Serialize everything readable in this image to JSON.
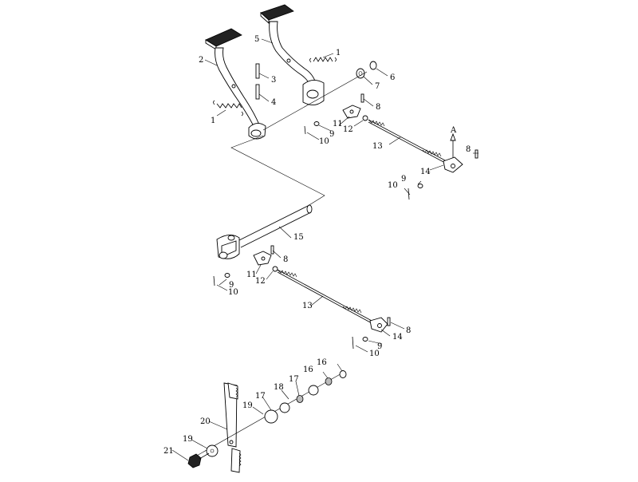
{
  "diagram": {
    "marker": "A",
    "callouts": {
      "c1a": "1",
      "c1b": "1",
      "c2": "2",
      "c3": "3",
      "c4": "4",
      "c5": "5",
      "c6": "6",
      "c7": "7",
      "c8a": "8",
      "c8b": "8",
      "c8c": "8",
      "c8d": "8",
      "c9a": "9",
      "c9b": "9",
      "c9c": "9",
      "c9d": "9",
      "c10a": "10",
      "c10b": "10",
      "c10c": "10",
      "c10d": "10",
      "c11a": "11",
      "c11b": "11",
      "c12a": "12",
      "c12b": "12",
      "c13a": "13",
      "c13b": "13",
      "c14a": "14",
      "c14b": "14",
      "c15": "15",
      "c16a": "16",
      "c16b": "16",
      "c17a": "17",
      "c17b": "17",
      "c18": "18",
      "c19a": "19",
      "c19b": "19",
      "c20": "20",
      "c21": "21"
    }
  }
}
